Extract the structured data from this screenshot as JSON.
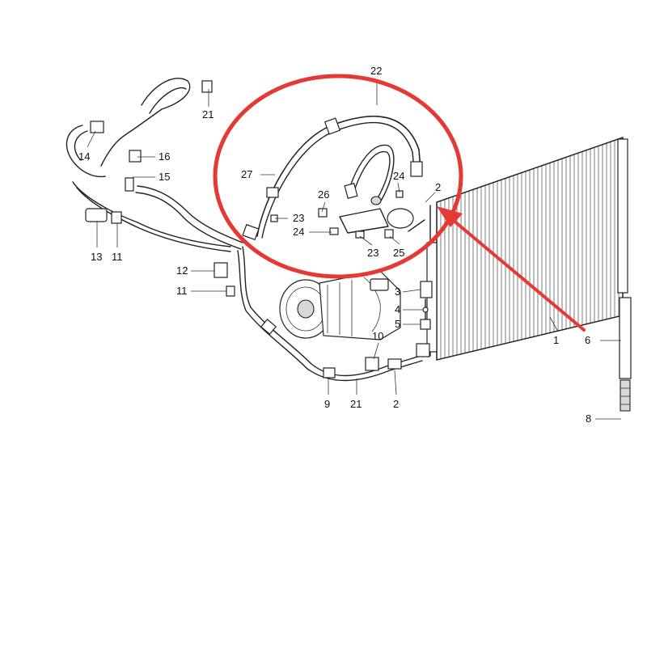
{
  "callouts": [
    "22",
    "21",
    "14",
    "16",
    "15",
    "13",
    "11",
    "12",
    "11",
    "27",
    "26",
    "24",
    "23",
    "24",
    "23",
    "25",
    "2",
    "3",
    "4",
    "5",
    "10",
    "1",
    "6",
    "9",
    "21",
    "2",
    "8"
  ],
  "colors": {
    "highlight": "#e53935",
    "line": "#222222",
    "background": "#ffffff"
  },
  "icons": [
    "compressor-icon",
    "condenser-icon",
    "receiver-drier-icon"
  ]
}
